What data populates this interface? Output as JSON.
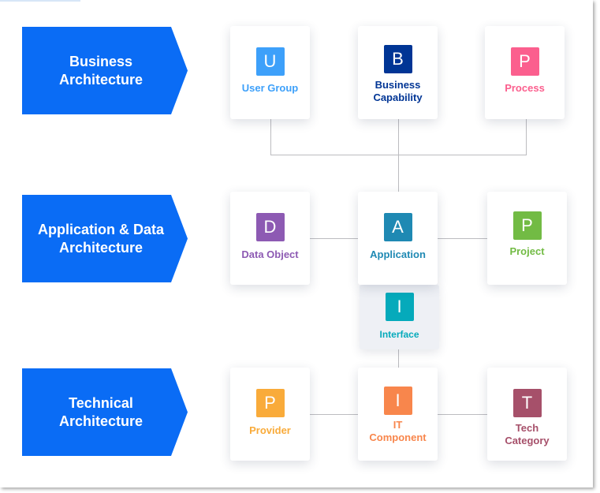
{
  "layers": [
    {
      "label": "Business\nArchitecture"
    },
    {
      "label": "Application & Data\nArchitecture"
    },
    {
      "label": "Technical\nArchitecture"
    }
  ],
  "nodes": {
    "user_group": {
      "letter": "U",
      "label": "User Group",
      "color": "#3da0fa"
    },
    "business_capability": {
      "letter": "B",
      "label": "Business Capability",
      "color": "#003595"
    },
    "process": {
      "letter": "P",
      "label": "Process",
      "color": "#fb5f8e"
    },
    "data_object": {
      "letter": "D",
      "label": "Data Object",
      "color": "#8d5ab3"
    },
    "application": {
      "letter": "A",
      "label": "Application",
      "color": "#1f89b3"
    },
    "project": {
      "letter": "P",
      "label": "Project",
      "color": "#72bb44"
    },
    "interface": {
      "letter": "I",
      "label": "Interface",
      "color": "#05aabb"
    },
    "provider": {
      "letter": "P",
      "label": "Provider",
      "color": "#f9ab3a"
    },
    "it_component": {
      "letter": "I",
      "label": "IT Component",
      "color": "#f8864c"
    },
    "tech_category": {
      "letter": "T",
      "label": "Tech Category",
      "color": "#a6506a"
    }
  }
}
